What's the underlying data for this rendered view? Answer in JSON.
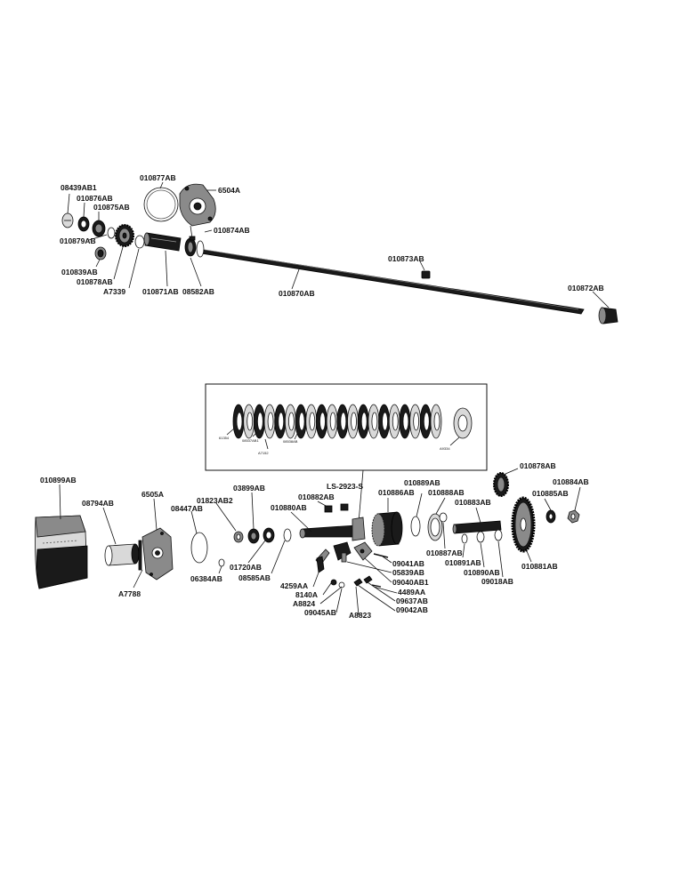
{
  "upper_assembly": {
    "labels": {
      "p08439AB1": "08439AB1",
      "p010876AB": "010876AB",
      "p010875AB": "010875AB",
      "p010879AB": "010879AB",
      "p010839AB": "010839AB",
      "p010878AB": "010878AB",
      "pA7339": "A7339",
      "p010871AB": "010871AB",
      "p08582AB": "08582AB",
      "p010877AB": "010877AB",
      "p6504A": "6504A",
      "p010874AB": "010874AB",
      "p010870AB": "010870AB",
      "p010873AB": "010873AB",
      "p010872AB": "010872AB"
    }
  },
  "inset": {
    "labels": {
      "p61354": "61354",
      "p08537AB1": "08537AB1",
      "p08538AB": "08538AB",
      "pA7152": "A7152",
      "pA9334": "A9334"
    }
  },
  "lower_assembly": {
    "labels": {
      "p010899AB": "010899AB",
      "p08794AB": "08794AB",
      "p6505A": "6505A",
      "p01823AB2": "01823AB2",
      "p03899AB": "03899AB",
      "p08447AB": "08447AB",
      "pA7788": "A7788",
      "p06384AB": "06384AB",
      "p01720AB": "01720AB",
      "p08585AB": "08585AB",
      "p010882AB": "010882AB",
      "pLS2923S": "LS-2923-S",
      "p010880AB": "010880AB",
      "p010886AB": "010886AB",
      "p010889AB": "010889AB",
      "p010888AB": "010888AB",
      "p010883AB": "010883AB",
      "p010878AB_b": "010878AB",
      "p010885AB": "010885AB",
      "p010884AB": "010884AB",
      "p010887AB": "010887AB",
      "p010891AB": "010891AB",
      "p010890AB": "010890AB",
      "p09018AB": "09018AB",
      "p010881AB": "010881AB",
      "p09041AB": "09041AB",
      "p05839AB": "05839AB",
      "p09040AB1": "09040AB1",
      "p4489AA": "4489AA",
      "p09637AB": "09637AB",
      "p09042AB": "09042AB",
      "p4259AA": "4259AA",
      "p8140A": "8140A",
      "pA8824": "A8824",
      "p09045AB": "09045AB",
      "pA8823": "A8823"
    }
  }
}
